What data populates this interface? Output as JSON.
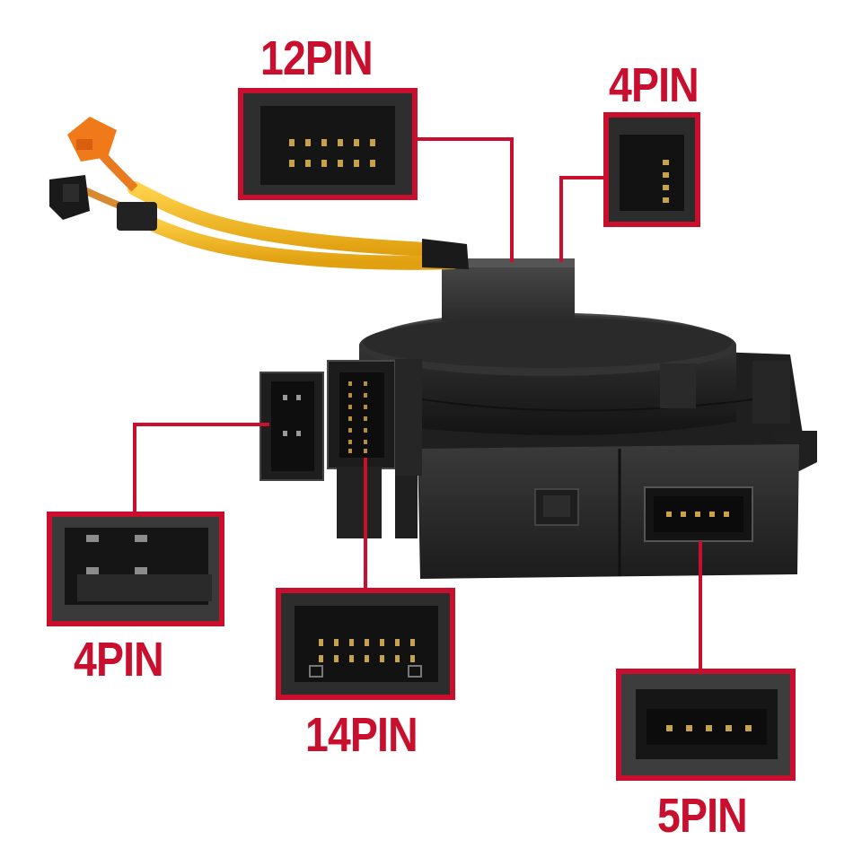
{
  "labels": {
    "pin12": "12PIN",
    "pin4_top": "4PIN",
    "pin4_left": "4PIN",
    "pin14": "14PIN",
    "pin5": "5PIN"
  },
  "colors": {
    "callout_red": "#c8102e",
    "housing": "#2b2b2b",
    "wire_yellow": "#f2b619",
    "connector_orange": "#f07a1a"
  },
  "icons": {
    "product": "clock-spring-photo",
    "callout_12pin": "12-pin-connector-closeup",
    "callout_4pin_top": "4-pin-connector-closeup",
    "callout_4pin_left": "4-pin-connector-closeup",
    "callout_14pin": "14-pin-connector-closeup",
    "callout_5pin": "5-pin-connector-closeup"
  }
}
